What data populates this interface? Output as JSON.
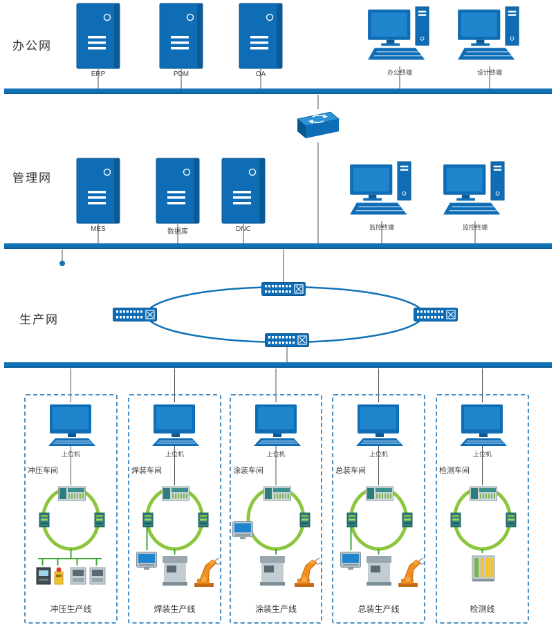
{
  "diagram": {
    "sections": [
      {
        "label": "办公网"
      },
      {
        "label": "管理网"
      },
      {
        "label": "生产网"
      }
    ],
    "office": {
      "servers": [
        {
          "label": "ERP"
        },
        {
          "label": "PDM"
        },
        {
          "label": "OA"
        }
      ],
      "terminals": [
        {
          "label": "办公终端"
        },
        {
          "label": "设计终端"
        }
      ]
    },
    "management": {
      "servers": [
        {
          "label": "MES"
        },
        {
          "label": "数据库"
        },
        {
          "label": "DNC"
        }
      ],
      "terminals": [
        {
          "label": "监控终端"
        },
        {
          "label": "监控终端"
        }
      ]
    },
    "workshops": [
      {
        "name": "冲压车间",
        "host": "上位机",
        "line": "冲压生产线"
      },
      {
        "name": "焊装车间",
        "host": "上位机",
        "line": "焊装生产线"
      },
      {
        "name": "涂装车间",
        "host": "上位机",
        "line": "涂装生产线"
      },
      {
        "name": "总装车间",
        "host": "上位机",
        "line": "总装生产线"
      },
      {
        "name": "检测车间",
        "host": "上位机",
        "line": "检测线"
      }
    ],
    "colors": {
      "device_blue": "#0f6db6",
      "screen_blue": "#1f86cd",
      "bus_blue": "#1272b6",
      "ring_green": "#8cc63f",
      "connector_green": "#3aa935",
      "robot_orange": "#ef8f1f",
      "wire_gray": "#4d4d4d",
      "box_border_blue": "#4a90c4"
    },
    "icons": {
      "server": "server-tower-icon",
      "terminal": "desktop-computer-icon",
      "core_switch": "core-switch-icon",
      "ring_switch": "ring-switch-icon",
      "plc": "plc-icon",
      "ring_node": "profinet-node-icon",
      "hmi": "hmi-panel-icon",
      "machine": "machine-icon",
      "robot": "robot-arm-icon",
      "inspection": "inspection-device-icon"
    }
  }
}
